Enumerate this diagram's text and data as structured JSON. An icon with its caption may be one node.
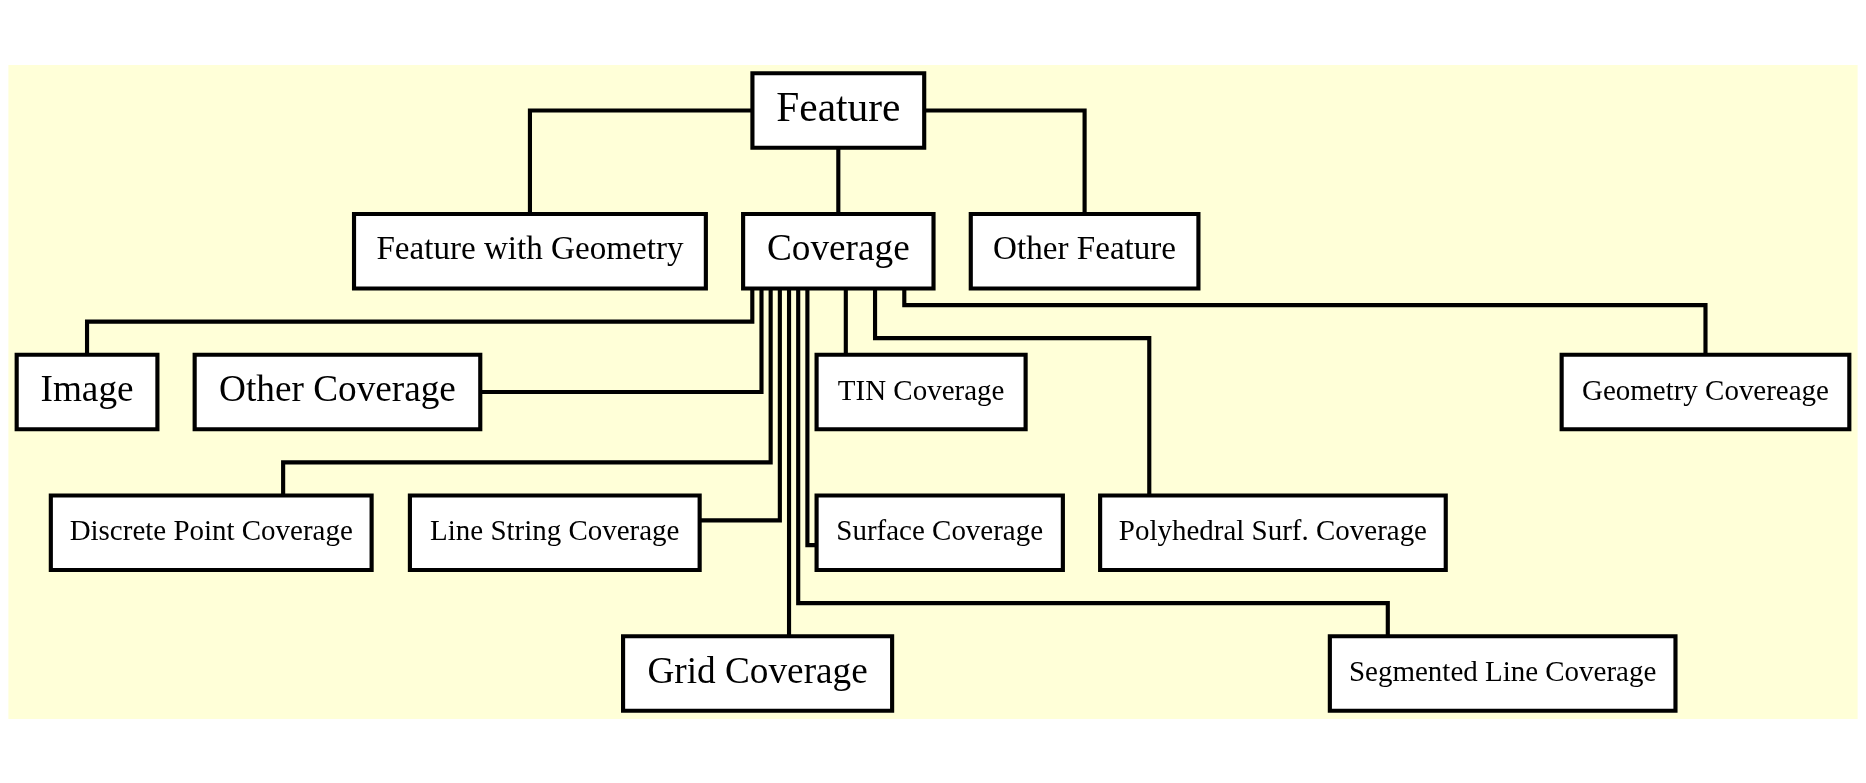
{
  "diagram": {
    "nodes": [
      {
        "text": [
          "Feature"
        ]
      },
      {
        "text": [
          "Feature with Geometry"
        ]
      },
      {
        "text": [
          "Coverage"
        ]
      },
      {
        "text": [
          "Other Feature"
        ]
      },
      {
        "text": [
          "Image"
        ]
      },
      {
        "text": [
          "Other Coverage"
        ]
      },
      {
        "text": [
          "Discrete Point Coverage"
        ]
      },
      {
        "text": [
          "Line String Coverage"
        ]
      },
      {
        "text": [
          "Grid Coverage"
        ]
      },
      {
        "text": [
          "TIN Coverage"
        ]
      },
      {
        "text": [
          "Surface Coverage"
        ]
      },
      {
        "text": [
          "Polyhedral Surf. Coverage"
        ]
      },
      {
        "text": [
          "Segmented Line Coverage"
        ]
      },
      {
        "text": [
          "Geometry Covereage"
        ]
      }
    ],
    "edges": [
      {
        "from": 0,
        "to": 1,
        "arrow": "none"
      },
      {
        "from": 0,
        "to": 2,
        "arrow": "none"
      },
      {
        "from": 0,
        "to": 3,
        "arrow": "none"
      },
      {
        "from": 2,
        "to": 4,
        "arrow": "none"
      },
      {
        "from": 2,
        "to": 5,
        "arrow": "none"
      },
      {
        "from": 2,
        "to": 6,
        "arrow": "none"
      },
      {
        "from": 2,
        "to": 7,
        "arrow": "none"
      },
      {
        "from": 2,
        "to": 8,
        "arrow": "none"
      },
      {
        "from": 2,
        "to": 9,
        "arrow": "none"
      },
      {
        "from": 2,
        "to": 10,
        "arrow": "none"
      },
      {
        "from": 2,
        "to": 11,
        "arrow": "none"
      },
      {
        "from": 2,
        "to": 12,
        "arrow": "none"
      },
      {
        "from": 2,
        "to": 13,
        "arrow": "none"
      }
    ]
  }
}
